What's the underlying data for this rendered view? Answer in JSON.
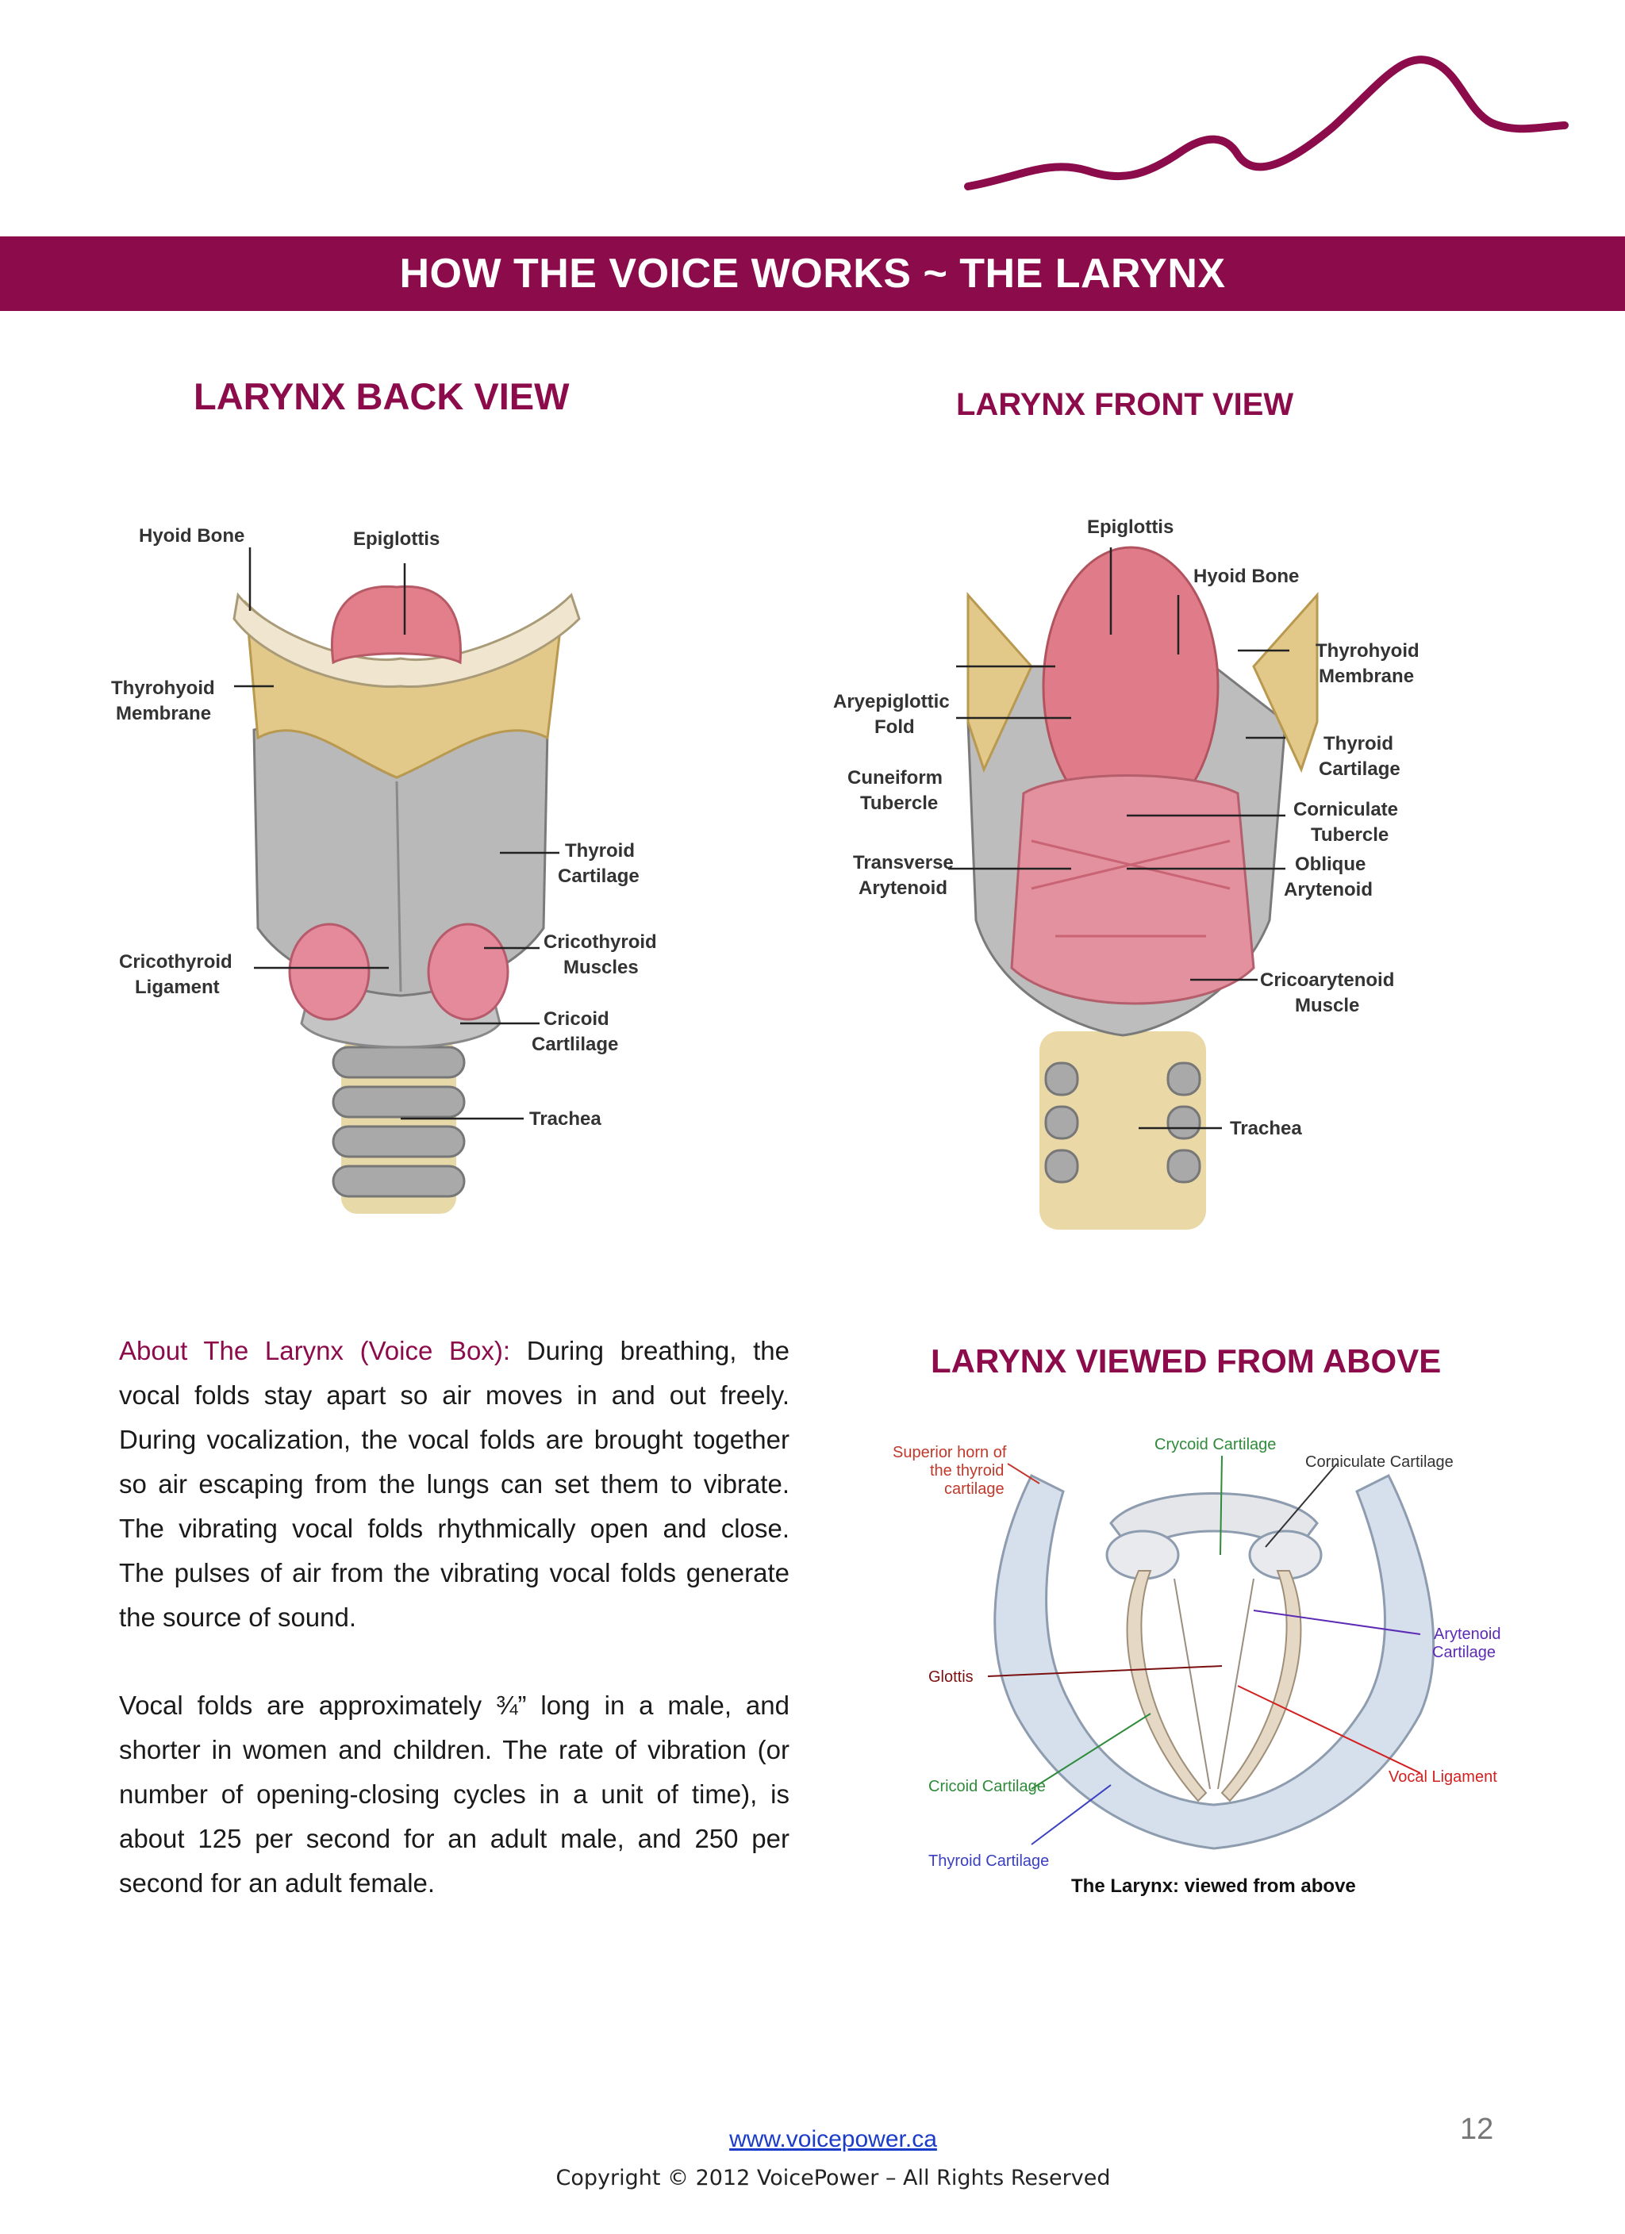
{
  "header": {
    "title": "HOW THE VOICE WORKS ~ THE LARYNX"
  },
  "back_view": {
    "heading": "LARYNX BACK VIEW",
    "labels": {
      "hyoid_bone": "Hyoid Bone",
      "epiglottis": "Epiglottis",
      "thyrohyoid_1": "Thyrohyoid",
      "thyrohyoid_2": "Membrane",
      "thyroid_1": "Thyroid",
      "thyroid_2": "Cartilage",
      "cricothyroid_lig_1": "Cricothyroid",
      "cricothyroid_lig_2": "Ligament",
      "cricothyroid_mus_1": "Cricothyroid",
      "cricothyroid_mus_2": "Muscles",
      "cricoid_1": "Cricoid",
      "cricoid_2": "Cartlilage",
      "trachea": "Trachea"
    }
  },
  "front_view": {
    "heading": "LARYNX FRONT VIEW",
    "labels": {
      "epiglottis": "Epiglottis",
      "hyoid_bone": "Hyoid Bone",
      "thyrohyoid_1": "Thyrohyoid",
      "thyrohyoid_2": "Membrane",
      "aryepiglottic_1": "Aryepiglottic",
      "aryepiglottic_2": "Fold",
      "thyroid_1": "Thyroid",
      "thyroid_2": "Cartilage",
      "cuneiform_1": "Cuneiform",
      "cuneiform_2": "Tubercle",
      "corniculate_1": "Corniculate",
      "corniculate_2": "Tubercle",
      "transverse_1": "Transverse",
      "transverse_2": "Arytenoid",
      "oblique_1": "Oblique",
      "oblique_2": "Arytenoid",
      "cricoarytenoid_1": "Cricoarytenoid",
      "cricoarytenoid_2": "Muscle",
      "trachea": "Trachea"
    }
  },
  "above_view": {
    "heading": "LARYNX VIEWED FROM ABOVE",
    "caption": "The Larynx: viewed from above",
    "labels": {
      "superior_1": "Superior horn of",
      "superior_2": "the thyroid",
      "superior_3": "cartilage",
      "crycoid": "Crycoid Cartilage",
      "corniculate": "Corniculate Cartilage",
      "arytenoid_1": "Arytenoid",
      "arytenoid_2": "Cartilage",
      "glottis": "Glottis",
      "cricoid": "Cricoid Cartilage",
      "vocal_ligament": "Vocal Ligament",
      "thyroid": "Thyroid Cartilage"
    }
  },
  "about": {
    "lead": "About The Larynx (Voice Box):",
    "p1": " During breathing, the vocal folds stay apart so air moves in and out freely. During vocalization, the vocal folds are brought together so air escaping from the lungs can set them to vibrate. The vibrating vocal folds rhythmically open and close. The pulses of air from the vibrating vocal folds generate the source of sound.",
    "p2": "Vocal folds are approximately  ¾” long in a male, and shorter in women and children. The rate of vibration (or number of opening-closing cycles in a unit of time), is about 125 per second for an adult male, and 250 per second for an adult female."
  },
  "footer": {
    "link": "www.voicepower.ca",
    "copyright": "Copyright © 2012 VoicePower – All Rights Reserved",
    "page_number": "12"
  },
  "colors": {
    "brand": "#8c0b4b",
    "link": "#1a3cc8"
  }
}
